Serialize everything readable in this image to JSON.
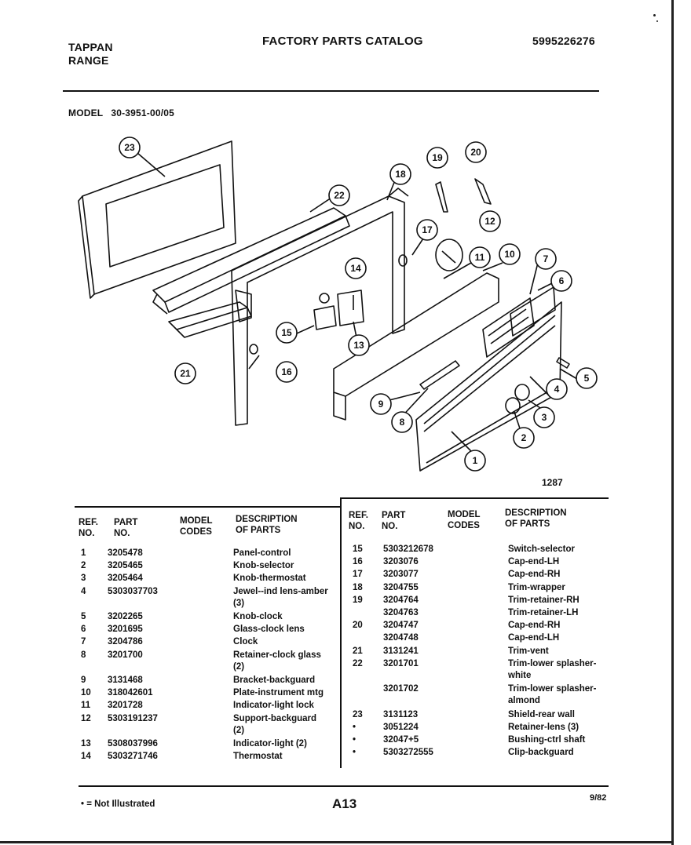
{
  "header": {
    "brand_line1": "TAPPAN",
    "brand_line2": "RANGE",
    "title": "FACTORY PARTS CATALOG",
    "catalog_number": "5995226276"
  },
  "model": {
    "label": "MODEL",
    "value": "30-3951-00/05"
  },
  "diagram": {
    "figure_number": "1287",
    "callouts": [
      "1",
      "2",
      "3",
      "4",
      "5",
      "6",
      "7",
      "8",
      "9",
      "10",
      "11",
      "12",
      "13",
      "14",
      "15",
      "16",
      "16",
      "17",
      "18",
      "19",
      "20",
      "21",
      "22",
      "23"
    ]
  },
  "table_headers": {
    "ref": "REF.\nNO.",
    "part": "PART\nNO.",
    "model_codes": "MODEL\nCODES",
    "description": "DESCRIPTION\nOF PARTS"
  },
  "left_rows": [
    {
      "ref": "1",
      "part": "3205478",
      "desc": "Panel-control"
    },
    {
      "ref": "2",
      "part": "3205465",
      "desc": "Knob-selector"
    },
    {
      "ref": "3",
      "part": "3205464",
      "desc": "Knob-thermostat"
    },
    {
      "ref": "4",
      "part": "5303037703",
      "desc": "Jewel--ind lens-amber\n(3)"
    },
    {
      "ref": "5",
      "part": "3202265",
      "desc": "Knob-clock"
    },
    {
      "ref": "6",
      "part": "3201695",
      "desc": "Glass-clock lens"
    },
    {
      "ref": "7",
      "part": "3204786",
      "desc": "Clock"
    },
    {
      "ref": "8",
      "part": "3201700",
      "desc": "Retainer-clock glass\n(2)"
    },
    {
      "ref": "9",
      "part": "3131468",
      "desc": "Bracket-backguard"
    },
    {
      "ref": "10",
      "part": "318042601",
      "desc": "Plate-instrument mtg"
    },
    {
      "ref": "11",
      "part": "3201728",
      "desc": "Indicator-light lock"
    },
    {
      "ref": "12",
      "part": "5303191237",
      "desc": "Support-backguard\n(2)"
    },
    {
      "ref": "13",
      "part": "5308037996",
      "desc": "Indicator-light (2)"
    },
    {
      "ref": "14",
      "part": "5303271746",
      "desc": "Thermostat"
    }
  ],
  "right_rows": [
    {
      "ref": "15",
      "part": "5303212678",
      "desc": "Switch-selector"
    },
    {
      "ref": "16",
      "part": "3203076",
      "desc": "Cap-end-LH"
    },
    {
      "ref": "17",
      "part": "3203077",
      "desc": "Cap-end-RH"
    },
    {
      "ref": "18",
      "part": "3204755",
      "desc": "Trim-wrapper"
    },
    {
      "ref": "19",
      "part": "3204764",
      "desc": "Trim-retainer-RH"
    },
    {
      "ref": "",
      "part": "3204763",
      "desc": "Trim-retainer-LH"
    },
    {
      "ref": "20",
      "part": "3204747",
      "desc": "Cap-end-RH"
    },
    {
      "ref": "",
      "part": "3204748",
      "desc": "Cap-end-LH"
    },
    {
      "ref": "21",
      "part": "3131241",
      "desc": "Trim-vent"
    },
    {
      "ref": "22",
      "part": "3201701",
      "desc": "Trim-lower splasher-\nwhite"
    },
    {
      "ref": "",
      "part": "3201702",
      "desc": "Trim-lower splasher-\nalmond"
    },
    {
      "ref": "23",
      "part": "3131123",
      "desc": "Shield-rear wall"
    },
    {
      "ref": "•",
      "part": "3051224",
      "desc": "Retainer-lens (3)"
    },
    {
      "ref": "•",
      "part": "32047+5",
      "desc": "Bushing-ctrl shaft"
    },
    {
      "ref": "•",
      "part": "5303272555",
      "desc": "Clip-backguard"
    }
  ],
  "footer": {
    "footnote": "• = Not Illustrated",
    "page_number": "A13",
    "date": "9/82"
  }
}
